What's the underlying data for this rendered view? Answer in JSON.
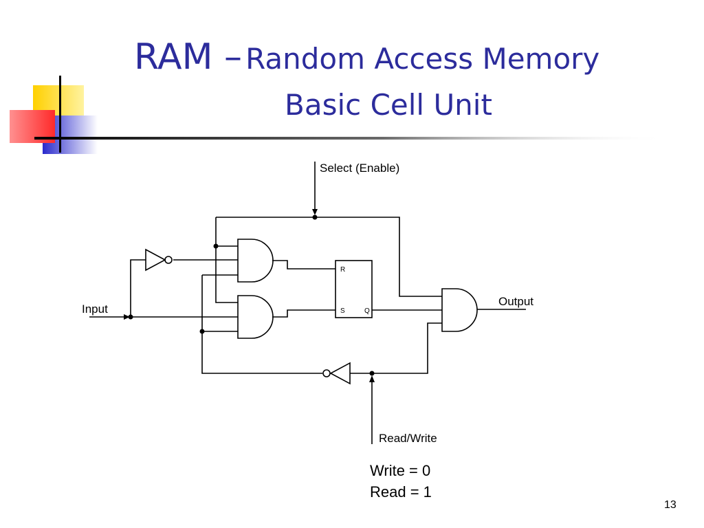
{
  "slide": {
    "title": {
      "acronym": "RAM –",
      "expansion": "Random Access Memory",
      "subtitle": "Basic Cell Unit"
    },
    "diagram": {
      "labels": {
        "select": "Select (Enable)",
        "input": "Input",
        "output": "Output",
        "read_write": "Read/Write",
        "flipflop_r": "R",
        "flipflop_s": "S",
        "flipflop_q": "Q"
      }
    },
    "notes": [
      "Write = 0",
      "Read = 1"
    ],
    "page_number": "13",
    "colors": {
      "title": "#2c2c9c",
      "accent_yellow": "#ffd800",
      "accent_red": "#ff5050",
      "accent_blue": "#3333cc",
      "rule": "#000000"
    }
  }
}
